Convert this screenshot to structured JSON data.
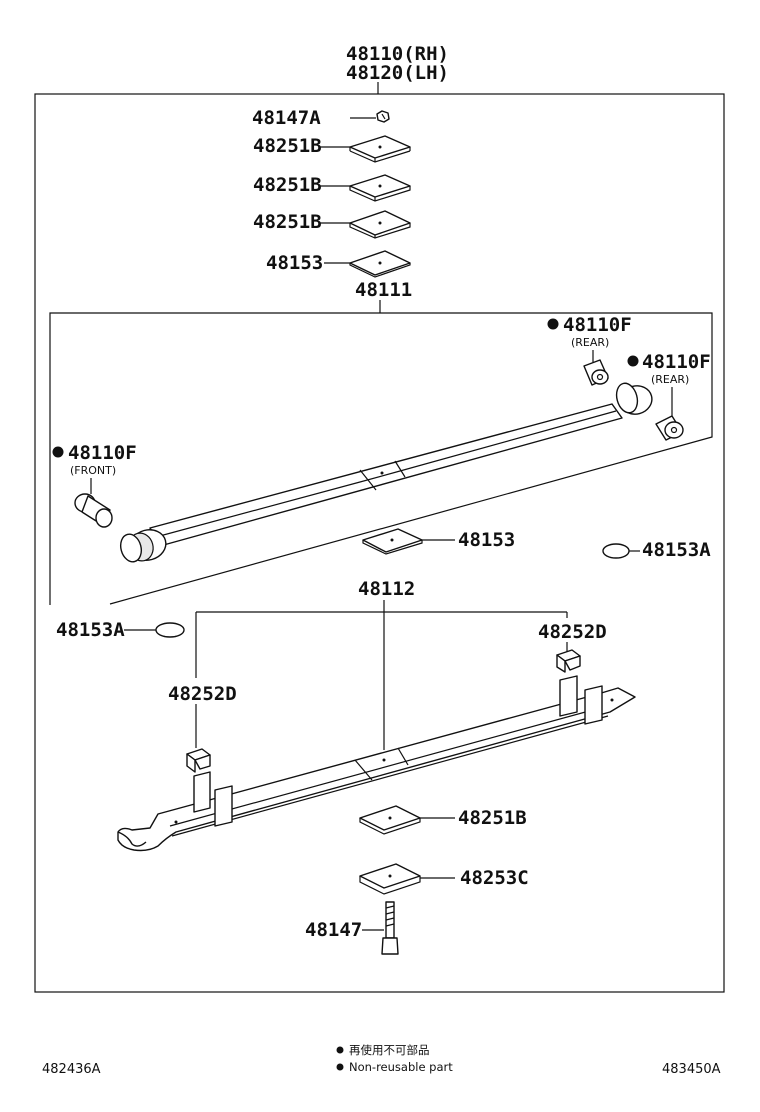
{
  "assembly": {
    "rh": "48110(RH)",
    "lh": "48120(LH)"
  },
  "parts": {
    "p48147A": "48147A",
    "p48251B_1": "48251B",
    "p48251B_2": "48251B",
    "p48251B_3": "48251B",
    "p48153_top": "48153",
    "p48111": "48111",
    "p48110F_rear1": "48110F",
    "p48110F_rear2": "48110F",
    "p48110F_front": "48110F",
    "p48153_mid": "48153",
    "p48153A_right": "48153A",
    "p48112": "48112",
    "p48153A_left": "48153A",
    "p48252D_right": "48252D",
    "p48252D_left": "48252D",
    "p48251B_bottom": "48251B",
    "p48253C": "48253C",
    "p48147": "48147"
  },
  "notes": {
    "rear1": "(REAR)",
    "rear2": "(REAR)",
    "front": "(FRONT)"
  },
  "legend": {
    "japanese": "再使用不可部品",
    "english": "Non-reusable part"
  },
  "footer": {
    "left_code": "482436A",
    "right_code": "483450A"
  }
}
